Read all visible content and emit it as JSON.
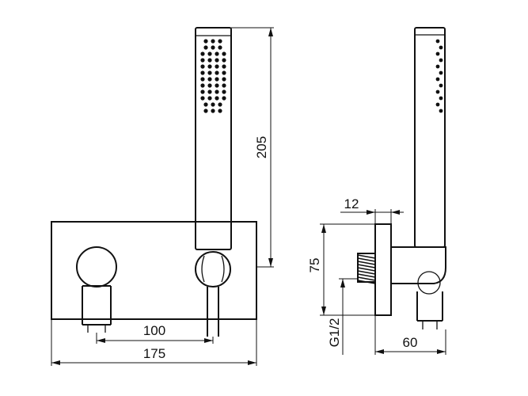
{
  "dimensions": {
    "overall_width": "175",
    "spacing": "100",
    "handshower_length": "205",
    "wall_offset": "12",
    "body_height": "75",
    "thread": "G1/2",
    "depth": "60"
  }
}
